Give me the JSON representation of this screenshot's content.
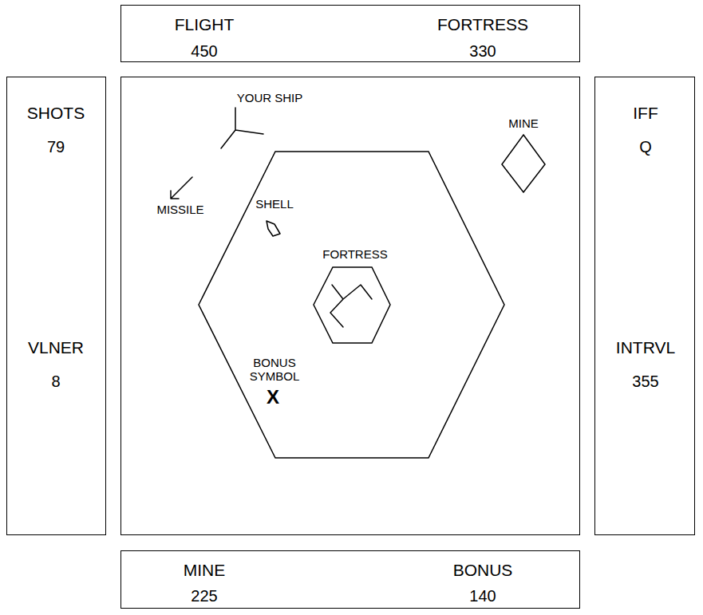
{
  "diagram": {
    "nodes": [
      {
        "text": [
          "FLIGHT",
          "450",
          "FORTRESS",
          "330"
        ]
      },
      {
        "text": [
          "SHOTS",
          "79",
          "VLNER",
          "8"
        ]
      },
      {
        "text": [
          "YOUR SHIP",
          "MISSILE"
        ]
      },
      {
        "text": [
          "MINE"
        ],
        "in": 2
      },
      {
        "text": [
          "SHELL",
          "BONUS SYMBOL",
          "X"
        ],
        "in": 2
      },
      {
        "text": [
          "FORTRESS"
        ],
        "in": 4
      },
      {
        "text": [
          "IFF",
          "Q",
          "INTRVL",
          "355"
        ]
      },
      {
        "text": [
          "MINE",
          "225",
          "BONUS",
          "140"
        ]
      }
    ]
  }
}
